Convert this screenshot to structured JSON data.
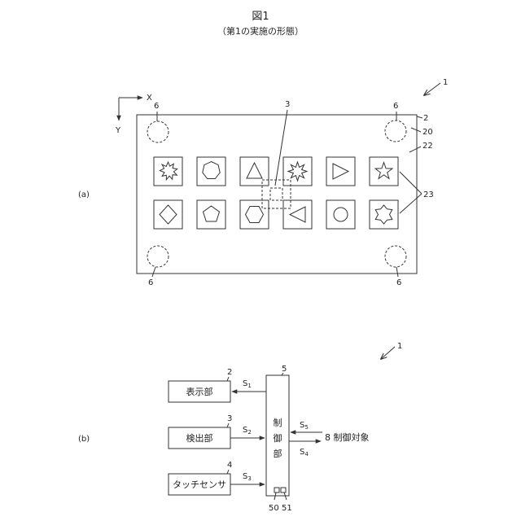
{
  "title": "図1",
  "subtitle": "（第1の実施の形態）",
  "part_a": {
    "label": "(a)",
    "ref_device": "1",
    "axis_x": "X",
    "axis_y": "Y",
    "refs": {
      "r2": "2",
      "r20": "20",
      "r22": "22",
      "r23": "23",
      "r3": "3",
      "r6": "6"
    },
    "icons_row1": [
      "explosion",
      "heptagon",
      "triangle-up",
      "eight-point-star",
      "triangle-right",
      "five-point-star"
    ],
    "icons_row2": [
      "diamond",
      "pentagon",
      "hexagon",
      "triangle-left",
      "circle",
      "six-point-star"
    ]
  },
  "part_b": {
    "label": "(b)",
    "ref_device": "1",
    "blocks": {
      "display": {
        "ref": "2",
        "label": "表示部"
      },
      "detect": {
        "ref": "3",
        "label": "検出部"
      },
      "touch": {
        "ref": "4",
        "label": "タッチセンサ"
      },
      "control": {
        "ref": "5",
        "chars": [
          "制",
          "御",
          "部"
        ]
      }
    },
    "signals": {
      "s1": {
        "main": "S",
        "sub": "1"
      },
      "s2": {
        "main": "S",
        "sub": "2"
      },
      "s3": {
        "main": "S",
        "sub": "3"
      },
      "s4": {
        "main": "S",
        "sub": "4"
      },
      "s5": {
        "main": "S",
        "sub": "5"
      }
    },
    "target": "8 制御対象",
    "ref50": "50",
    "ref51": "51"
  }
}
